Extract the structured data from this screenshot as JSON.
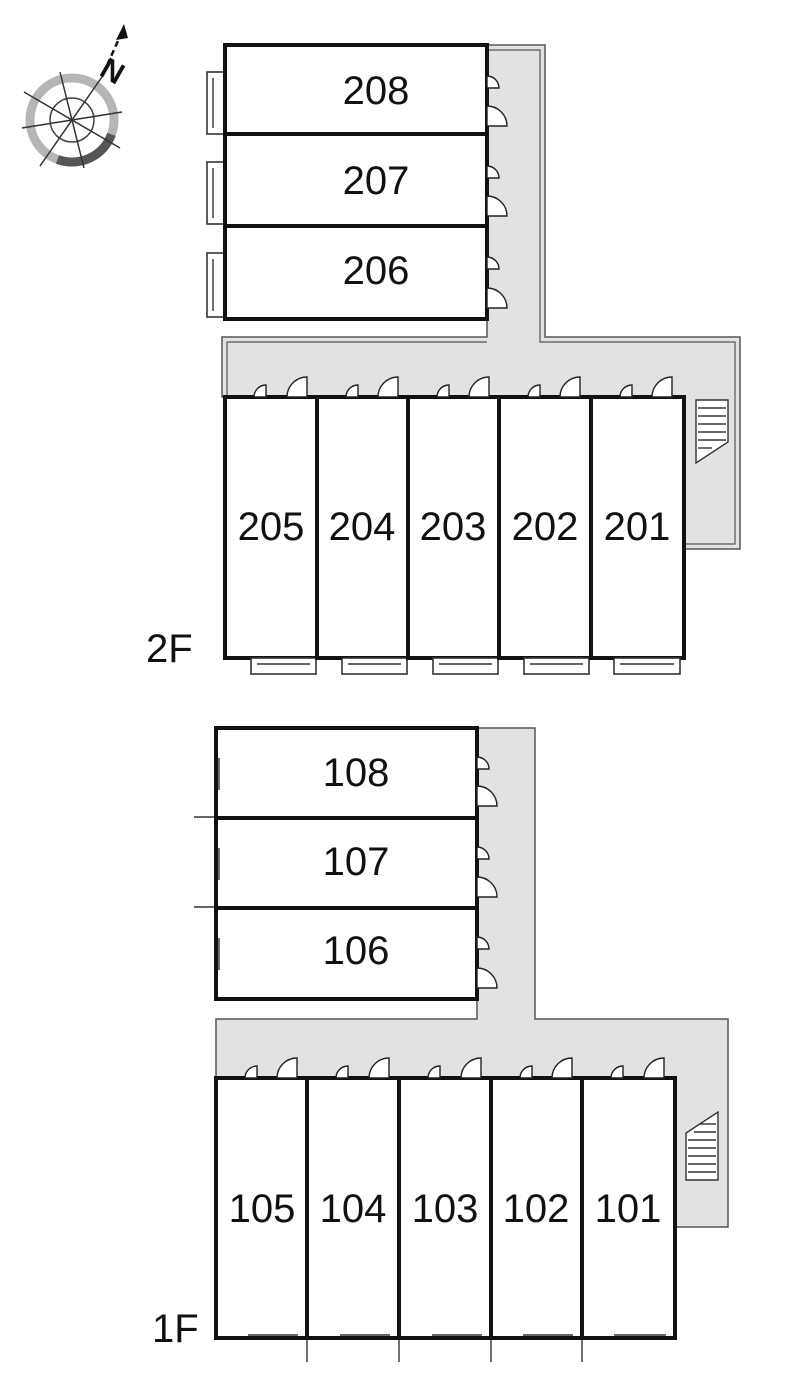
{
  "compass": {
    "icon": "compass-north-icon",
    "north_label": "N"
  },
  "floors": [
    {
      "id": "2F",
      "label": "2F",
      "top_rooms": [
        {
          "label": "208"
        },
        {
          "label": "207"
        },
        {
          "label": "206"
        }
      ],
      "bottom_rooms": [
        {
          "label": "205"
        },
        {
          "label": "204"
        },
        {
          "label": "203"
        },
        {
          "label": "202"
        },
        {
          "label": "201"
        }
      ]
    },
    {
      "id": "1F",
      "label": "1F",
      "top_rooms": [
        {
          "label": "108"
        },
        {
          "label": "107"
        },
        {
          "label": "106"
        }
      ],
      "bottom_rooms": [
        {
          "label": "105"
        },
        {
          "label": "104"
        },
        {
          "label": "103"
        },
        {
          "label": "102"
        },
        {
          "label": "101"
        }
      ]
    }
  ]
}
